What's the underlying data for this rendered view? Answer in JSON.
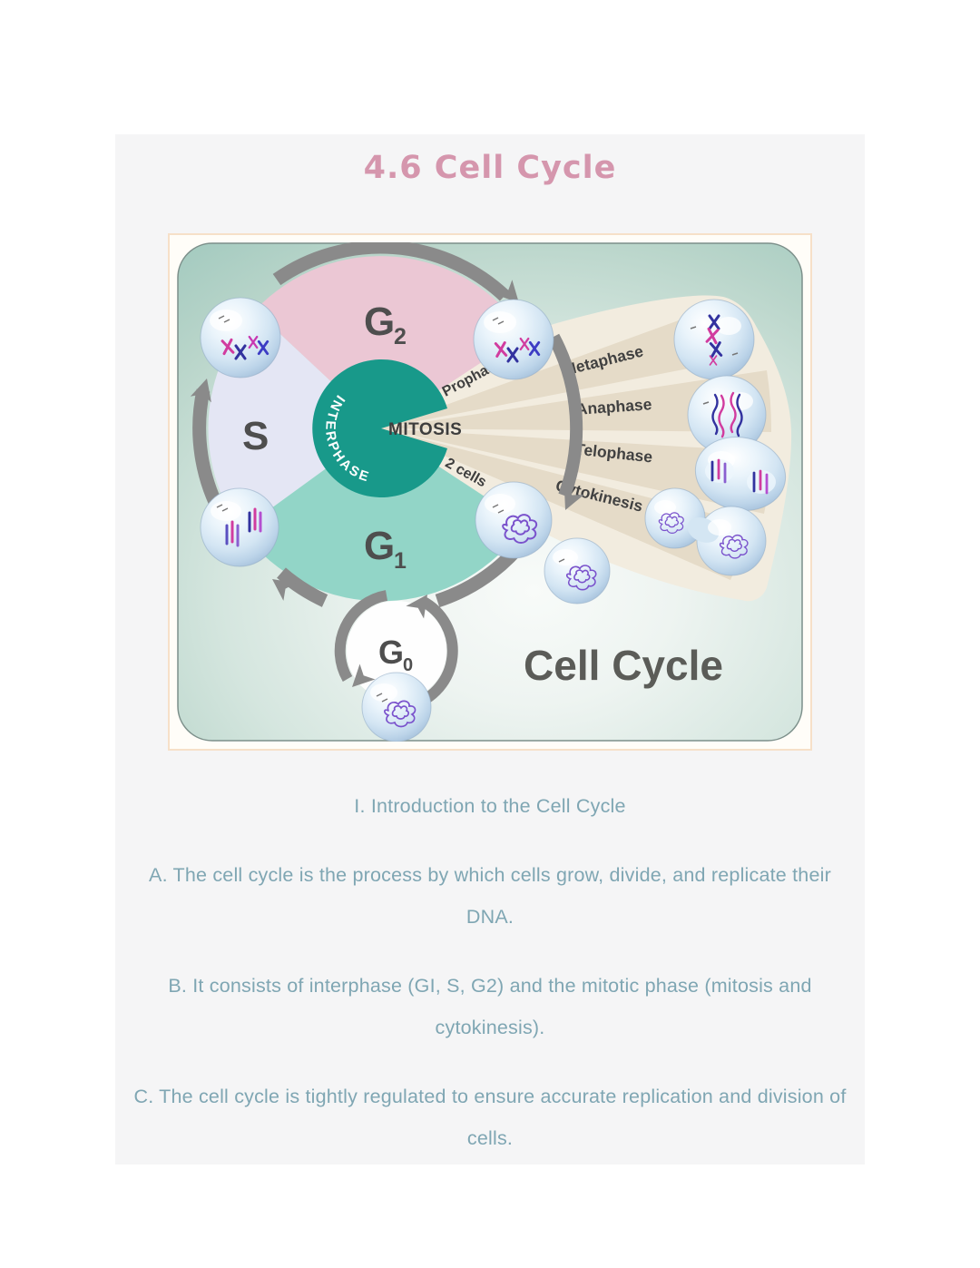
{
  "page": {
    "title": "4.6 Cell Cycle"
  },
  "figure": {
    "caption": "Cell Cycle",
    "interphase_label": "INTERPHASE",
    "mitosis_label": "MITOSIS",
    "phases": {
      "g2": {
        "base": "G",
        "sub": "2"
      },
      "s": "S",
      "g1": {
        "base": "G",
        "sub": "1"
      },
      "g0": {
        "base": "G",
        "sub": "0"
      }
    },
    "mitosis_stages": {
      "prophase": "Prophase",
      "metaphase": "Metaphase",
      "anaphase": "Anaphase",
      "telophase": "Telophase",
      "cytokinesis": "Cytokinesis",
      "two_cells": "2 cells"
    },
    "colors": {
      "g2_pink": "#ebc7d4",
      "s_lavender": "#e4e6f4",
      "g1_teal": "#92d5c7",
      "interphase_teal": "#18998a",
      "fan_light": "#f2ecdf",
      "fan_dark": "#e5dbc8",
      "arrow_gray": "#8a8a8a",
      "title_pink": "#d596ad",
      "notes_text": "#7fa6b3"
    }
  },
  "notes": {
    "heading": "I. Introduction to the Cell Cycle",
    "items": [
      "A. The cell cycle is the process by which cells grow, divide, and replicate their DNA.",
      "B. It consists of interphase (GI, S, G2) and the mitotic phase (mitosis and cytokinesis).",
      "C. The cell cycle is tightly regulated to ensure accurate replication and division of cells."
    ]
  }
}
